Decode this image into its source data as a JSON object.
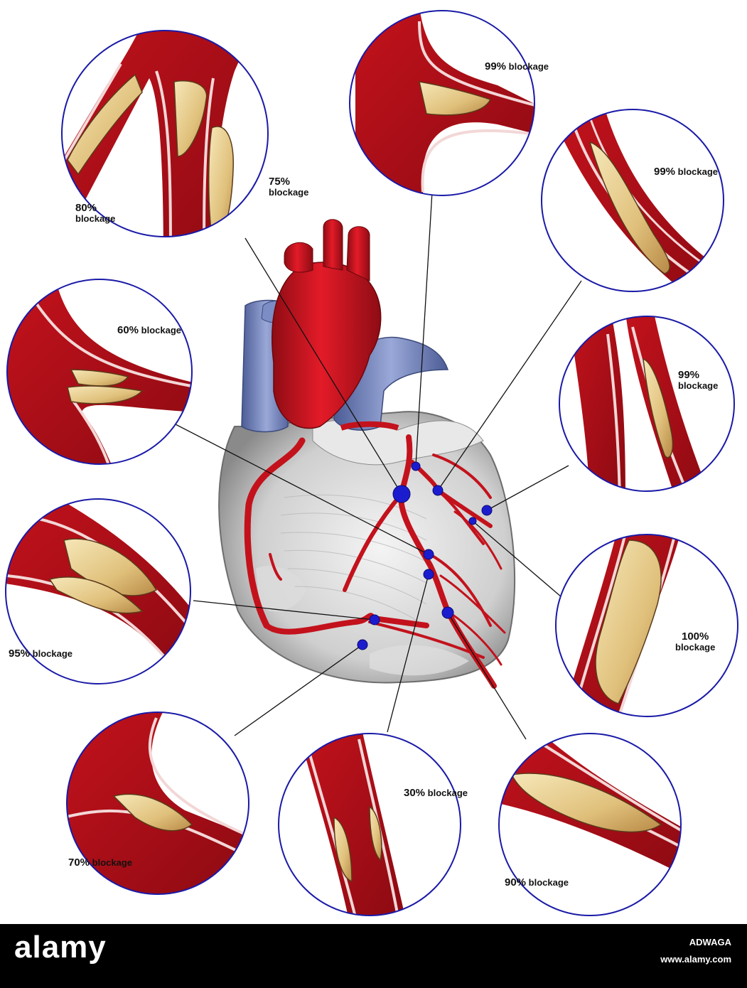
{
  "insets": [
    {
      "id": "lad-prox",
      "pct": "75%",
      "word": "blockage"
    },
    {
      "id": "diag-1",
      "pct": "80%",
      "word": "blockage"
    },
    {
      "id": "lad-branch",
      "pct": "99%",
      "word": "blockage"
    },
    {
      "id": "circ-1",
      "pct": "99%",
      "word": "blockage"
    },
    {
      "id": "circ-2",
      "pct": "99%",
      "word": "blockage"
    },
    {
      "id": "lad-mid",
      "pct": "60%",
      "word": "blockage"
    },
    {
      "id": "om",
      "pct": "100%",
      "word": "blockage"
    },
    {
      "id": "rca-mid",
      "pct": "95%",
      "word": "blockage"
    },
    {
      "id": "rca-dist",
      "pct": "70%",
      "word": "blockage"
    },
    {
      "id": "lad-dist",
      "pct": "30%",
      "word": "blockage"
    },
    {
      "id": "diag-2",
      "pct": "90%",
      "word": "blockage"
    }
  ],
  "colors": {
    "artery": "#b3111b",
    "artery_dark": "#7e0a10",
    "plaque": "#e3c98a",
    "plaque_dark": "#5a3a1a",
    "vein": "#6d7fb8",
    "myocardium": "#cfcfcf",
    "circle_border": "#1a1aa8",
    "marker": "#1c1ccf"
  },
  "footer": {
    "logo": "alamy",
    "image_code": "ADWAGA",
    "url": "www.alamy.com"
  }
}
